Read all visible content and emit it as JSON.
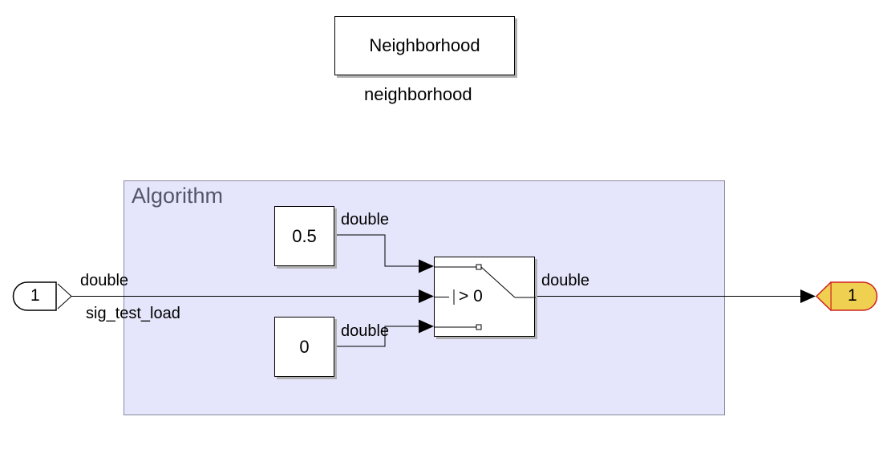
{
  "subsystem": {
    "label": "Neighborhood",
    "name": "neighborhood"
  },
  "area": {
    "title": "Algorithm",
    "fill": "#e5e5fb",
    "border": "#8a8aa0"
  },
  "inport": {
    "number": "1"
  },
  "outport": {
    "number": "1",
    "fill": "#f0d050",
    "border": "#d02020"
  },
  "constant_top": {
    "value": "0.5"
  },
  "constant_bottom": {
    "value": "0"
  },
  "switch": {
    "criteria": "> 0"
  },
  "signals": {
    "input_type": "double",
    "input_name": "sig_test_load",
    "top_const_type": "double",
    "bottom_const_type": "double",
    "output_type": "double"
  }
}
